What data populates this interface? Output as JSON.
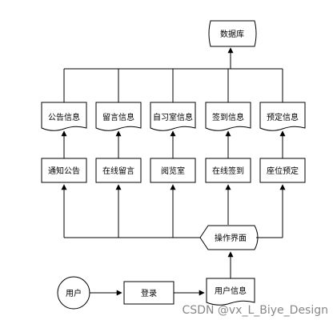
{
  "nodes": {
    "database": "数据库",
    "info_docs": [
      "公告信息",
      "留言信息",
      "自习室信息",
      "签到信息",
      "预定信息"
    ],
    "modules": [
      "通知公告",
      "在线留言",
      "阅览室",
      "在线签到",
      "座位预定"
    ],
    "operation_ui": "操作界面",
    "user": "用户",
    "login": "登录",
    "user_info": "用户信息"
  },
  "watermark": "CSDN @vx_L_Biye_Design"
}
